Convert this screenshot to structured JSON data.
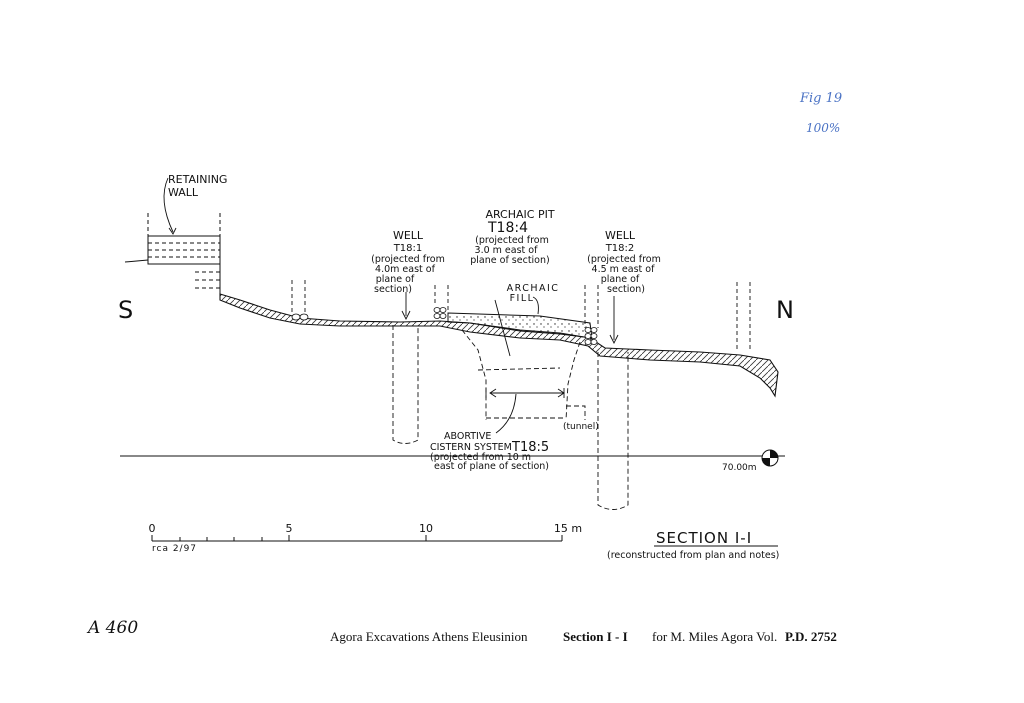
{
  "handnote": {
    "line1": "Fig 19",
    "line2": "100%"
  },
  "compass": {
    "south": "S",
    "north": "N"
  },
  "labels": {
    "retaining_wall": [
      "RETAINING",
      "WALL"
    ],
    "well_1": [
      "WELL",
      "T18:1",
      "(projected from",
      "4.0m east of",
      "plane of",
      "section)"
    ],
    "archaic_pit": [
      "ARCHAIC PIT",
      "T18:4",
      "(projected from",
      "3.0 m east of",
      "plane of section)"
    ],
    "well_2": [
      "WELL",
      "T18:2",
      "(projected from",
      "4.5 m east of",
      "plane of",
      "section)"
    ],
    "archaic_fill": [
      "ARCHAIC",
      "FILL"
    ],
    "tunnel": "(tunnel)",
    "cistern": [
      "ABORTIVE",
      "CISTERN SYSTEM",
      "T18:5",
      "(projected from 10 m",
      "east of plane of section)"
    ],
    "datum": "70.00m"
  },
  "scale": {
    "ticks": [
      "0",
      "5",
      "10",
      "15 m"
    ],
    "credit": "rca 2/97"
  },
  "section": {
    "title": "SECTION I-I",
    "subtitle": "(reconstructed from plan and notes)"
  },
  "catalog": "A 460",
  "caption": {
    "main": "Agora Excavations Athens Eleusinion",
    "section": "Section I - I",
    "tail": "for M. Miles Agora Vol.",
    "pd": "P.D. 2752"
  }
}
